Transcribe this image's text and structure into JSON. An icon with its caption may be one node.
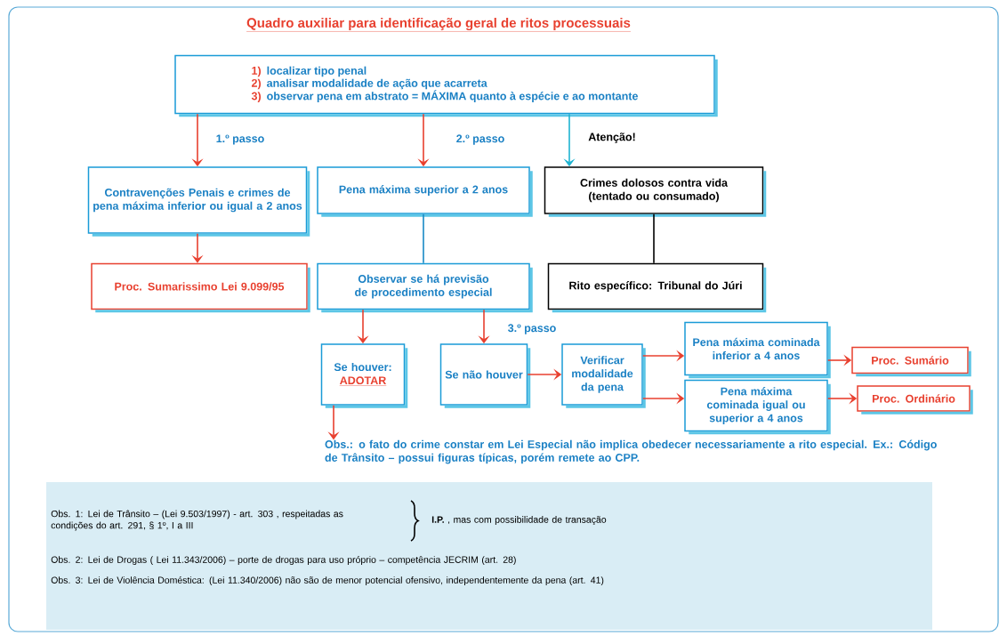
{
  "diagram": {
    "title": "Quadro auxiliar para identificação geral de ritos processuais",
    "nodes": [
      {
        "text": [
          "1)",
          "localizar tipo penal",
          "2)",
          "analisar modalidade de ação que acarreta",
          "3)",
          "observar pena em abstrato = MÁXIMA quanto à espécie e ao montante"
        ]
      },
      {
        "text": [
          "Contravenções Penais e crimes de pena máxima inferior ou igual a 2 anos"
        ]
      },
      {
        "text": [
          "Pena máxima superior a 2 anos"
        ]
      },
      {
        "text": [
          "Crimes dolosos contra vida (tentado ou consumado)"
        ]
      },
      {
        "text": [
          "Proc. Sumarissimo Lei 9.099/95"
        ]
      },
      {
        "text": [
          "Observar se há previsão de procedimento especial"
        ]
      },
      {
        "text": [
          "Rito específico: Tribunal do Júri"
        ]
      },
      {
        "text": [
          "Se houver:",
          "ADOTAR"
        ]
      },
      {
        "text": [
          "Se não houver"
        ]
      },
      {
        "text": [
          "Verificar modalidade da pena"
        ]
      },
      {
        "text": [
          "Pena máxima cominada inferior a 4 anos"
        ]
      },
      {
        "text": [
          "Pena máxima cominada igual ou superior a 4 anos"
        ]
      },
      {
        "text": [
          "Proc. Sumário"
        ]
      },
      {
        "text": [
          "Proc. Ordinário"
        ]
      },
      {
        "text": [
          "Obs.: o fato do crime constar em Lei Especial não implica obedecer necessariamente a rito especial. Ex.: Código de Trânsito – possui figuras típicas, porém remete ao CPP."
        ]
      },
      {
        "text": [
          "Obs. 1: Lei de Trânsito – (Lei 9.503/1997) - art. 303 , respeitadas as condições do art. 291, § 1º, I a III",
          "**I.P.** , mas com possibilidade de transação",
          "Obs. 2: Lei de Drogas ( Lei 11.343/2006) – porte de drogas para uso próprio – competência JECRIM (art. 28)",
          "Obs. 3: Lei de Violência Doméstica: (Lei 11.340/2006) não são de menor potencial ofensivo, independentemente da pena (art. 41)"
        ]
      }
    ],
    "edges": [
      {
        "from": 0,
        "to": 1,
        "arrow": "to",
        "label": "1.º passo"
      },
      {
        "from": 0,
        "to": 2,
        "arrow": "to",
        "label": "2.º passo"
      },
      {
        "from": 0,
        "to": 3,
        "arrow": "to",
        "label": "Atenção!",
        "color": "#1fb3d1"
      },
      {
        "from": 1,
        "to": 4,
        "arrow": "to"
      },
      {
        "from": 2,
        "to": 5,
        "arrow": "none",
        "color": "#1a8ac6"
      },
      {
        "from": 3,
        "to": 6,
        "arrow": "none",
        "color": "#000000"
      },
      {
        "from": 5,
        "to": 7,
        "arrow": "to"
      },
      {
        "from": 5,
        "to": 8,
        "arrow": "to",
        "label": "3.º passo"
      },
      {
        "from": 8,
        "to": 9,
        "arrow": "to"
      },
      {
        "from": 9,
        "to": 10,
        "arrow": "to"
      },
      {
        "from": 9,
        "to": 11,
        "arrow": "to"
      },
      {
        "from": 10,
        "to": 12,
        "arrow": "to"
      },
      {
        "from": 11,
        "to": 13,
        "arrow": "to"
      },
      {
        "from": 7,
        "to": 14,
        "arrow": "to"
      }
    ]
  }
}
